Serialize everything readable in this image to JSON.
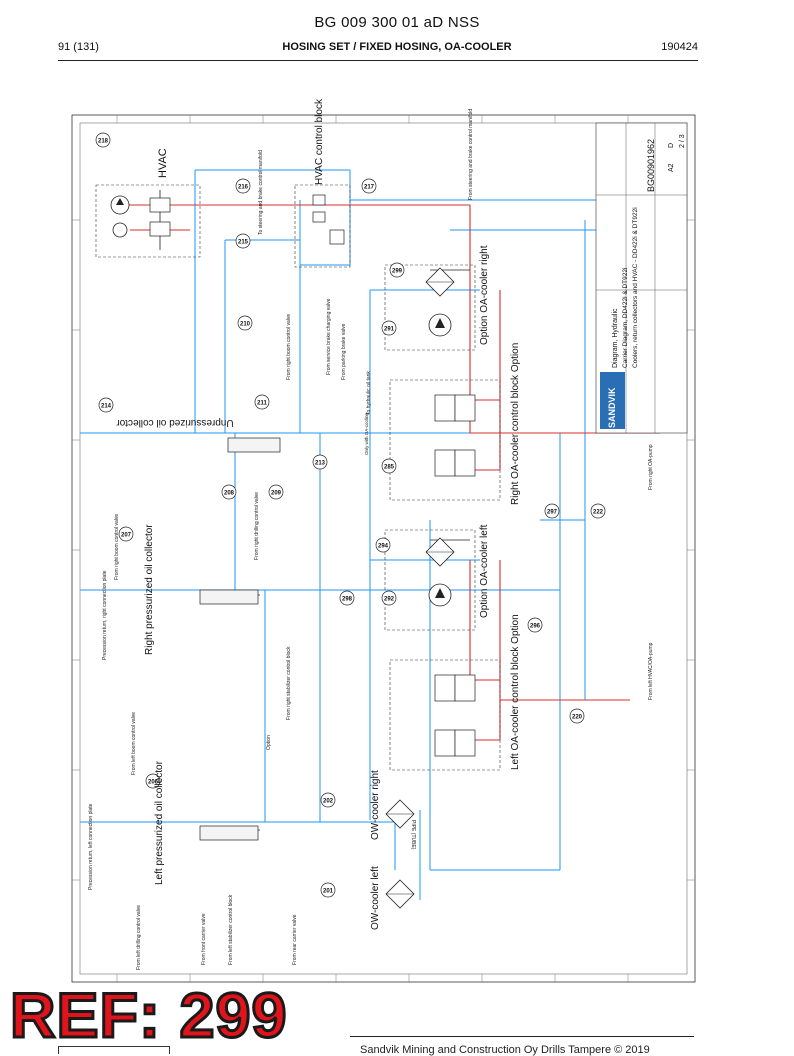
{
  "header": {
    "title": "BG 009 300 01 aD NSS",
    "page": "91 (131)",
    "section": "HOSING SET / FIXED HOSING, OA-COOLER",
    "date": "190424"
  },
  "components": {
    "hvac": "HVAC",
    "hvac_control_block": "HVAC control block",
    "unpressurized_oil_collector": "Unpressurized oil collector",
    "right_pressurized_oil_collector": "Right pressurized oil collector",
    "left_pressurized_oil_collector": "Left pressurized oil collector",
    "option_oa_cooler_right": "Option OA-cooler right",
    "option_oa_cooler_left": "Option OA-cooler left",
    "right_oa_cooler_control_block": "Right OA-cooler control block Option",
    "left_oa_cooler_control_block": "Left OA-cooler control block Option",
    "ow_cooler_right": "OW-cooler right",
    "ow_cooler_left": "OW-cooler left"
  },
  "hose_refs": [
    "218",
    "216",
    "217",
    "215",
    "214",
    "210",
    "211",
    "213",
    "299",
    "291",
    "285",
    "297",
    "222",
    "294",
    "298",
    "292",
    "296",
    "220",
    "209",
    "208",
    "207",
    "206",
    "202",
    "201"
  ],
  "notes": [
    "To steering and brake control manifold",
    "From steering and brake control manifold",
    "To hydraulic oil tank",
    "From parking brake valve",
    "From service brake charging valve",
    "From right boom control valve",
    "From right drilling control valve",
    "From right boom control valve",
    "From left drilling control valve",
    "From left boom control valve",
    "From right stabilizer control block",
    "From left stabilizer control block",
    "From front carrier valve",
    "From rear carrier valve",
    "From right OA-pump",
    "From left HVAC/OA-pump",
    "Precession return, right connection plate",
    "Precession return, left connection plate",
    "Only with OA-cooling",
    "Option",
    "PIPE (TUBE)"
  ],
  "title_block": {
    "drawing_title": "Diagram, Hydraulic",
    "subtitle": "Carrier Diagram, DD422i & DT922i",
    "description": "Coolers, return collectors and HVAC - DD422i & DT922i",
    "drawing_number": "BG00901962",
    "revision": "D",
    "format": "A2",
    "sheet": "2 / 3",
    "brand": "SANDVIK"
  },
  "stamp": "REF: 299",
  "footer": "Sandvik Mining and Construction Oy Drills Tampere © 2019",
  "colors": {
    "pressure": "#d32f2f",
    "return": "#2196f3",
    "drain": "#4aa3e0",
    "stamp": "#e0141b",
    "note_green": "#2f9a3a"
  }
}
